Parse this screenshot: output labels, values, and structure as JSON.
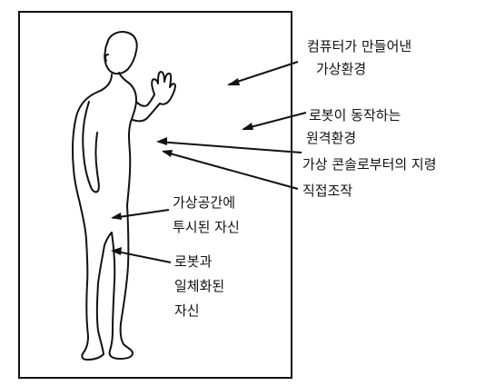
{
  "labels": {
    "virtual_environment": [
      "컴퓨터가 만들어낸",
      "가상환경"
    ],
    "remote_environment": [
      "로봇이 동작하는",
      "원격환경"
    ],
    "virtual_console_command": "가상 콘솔로부터의 지령",
    "direct_manipulation": "직접조작",
    "self_projected": [
      "가상공간에",
      "투시된 자신"
    ],
    "self_robot_unified": [
      "로봇과",
      "일체화된",
      "자신"
    ]
  },
  "colors": {
    "ink": "#111111",
    "background": "#ffffff"
  }
}
